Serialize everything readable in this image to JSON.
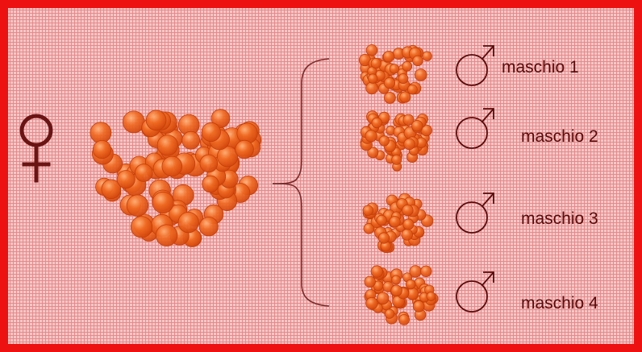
{
  "colors": {
    "border": "#ee1111",
    "background": "#f6c7c7",
    "grid": "#e58a8a",
    "egg_fill": "#e85a18",
    "egg_stroke": "#c53e0a",
    "symbol": "#6b1414",
    "brace": "#7a2a2a"
  },
  "female_symbol": {
    "icon": "female-sign",
    "glyph": "♀"
  },
  "male_groups": [
    {
      "label": "maschio 1",
      "icon": "male-sign"
    },
    {
      "label": "maschio 2",
      "icon": "male-sign"
    },
    {
      "label": "maschio 3",
      "icon": "male-sign"
    },
    {
      "label": "maschio 4",
      "icon": "male-sign"
    }
  ]
}
